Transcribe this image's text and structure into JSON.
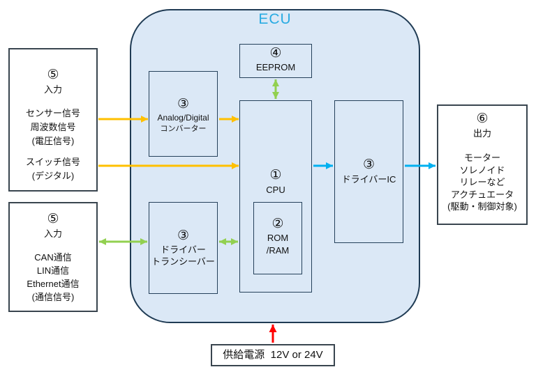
{
  "title": "ECU",
  "colors": {
    "orange": "#FFC000",
    "green": "#92D050",
    "blue": "#00B0F0",
    "red": "#FF0000",
    "ecu_fill": "#DBE8F6",
    "ecu_border": "#1F3B54",
    "ecu_title": "#29ABE2"
  },
  "blocks": {
    "adc": {
      "num": "③",
      "line1": "Analog/Digital",
      "line2": "コンバーター"
    },
    "eeprom": {
      "num": "④",
      "label": "EEPROM"
    },
    "cpu": {
      "num": "①",
      "label": "CPU"
    },
    "rom": {
      "num": "②",
      "line1": "ROM",
      "line2": "/RAM"
    },
    "driver_ic": {
      "num": "③",
      "label": "ドライバーIC"
    },
    "transceiver": {
      "num": "③",
      "line1": "ドライバー",
      "line2": "トランシーバー"
    }
  },
  "inputs": {
    "analog": {
      "num": "⑤",
      "title": "入力",
      "group1": [
        "センサー信号",
        "周波数信号",
        "(電圧信号)"
      ],
      "group2": [
        "スイッチ信号",
        "(デジタル)"
      ]
    },
    "network": {
      "num": "⑤",
      "title": "入力",
      "lines": [
        "CAN通信",
        "LIN通信",
        "Ethernet通信",
        "(通信信号)"
      ]
    }
  },
  "output": {
    "num": "⑥",
    "title": "出力",
    "lines": [
      "モーター",
      "ソレノイド",
      "リレーなど",
      "アクチュエータ",
      "(駆動・制御対象)"
    ]
  },
  "power": {
    "label": "供給電源  12V or 24V"
  },
  "arrows": [
    {
      "id": "sensor-to-adc",
      "color": "orange",
      "heads": "end"
    },
    {
      "id": "adc-to-cpu",
      "color": "orange",
      "heads": "end"
    },
    {
      "id": "switch-to-cpu",
      "color": "orange",
      "heads": "end"
    },
    {
      "id": "network-to-transceiver",
      "color": "green",
      "heads": "both"
    },
    {
      "id": "transceiver-to-cpu",
      "color": "green",
      "heads": "both"
    },
    {
      "id": "eeprom-to-cpu",
      "color": "green",
      "heads": "both"
    },
    {
      "id": "cpu-to-driver-ic",
      "color": "blue",
      "heads": "end"
    },
    {
      "id": "driver-ic-to-output",
      "color": "blue",
      "heads": "end"
    },
    {
      "id": "power-to-ecu",
      "color": "red",
      "heads": "end"
    }
  ]
}
